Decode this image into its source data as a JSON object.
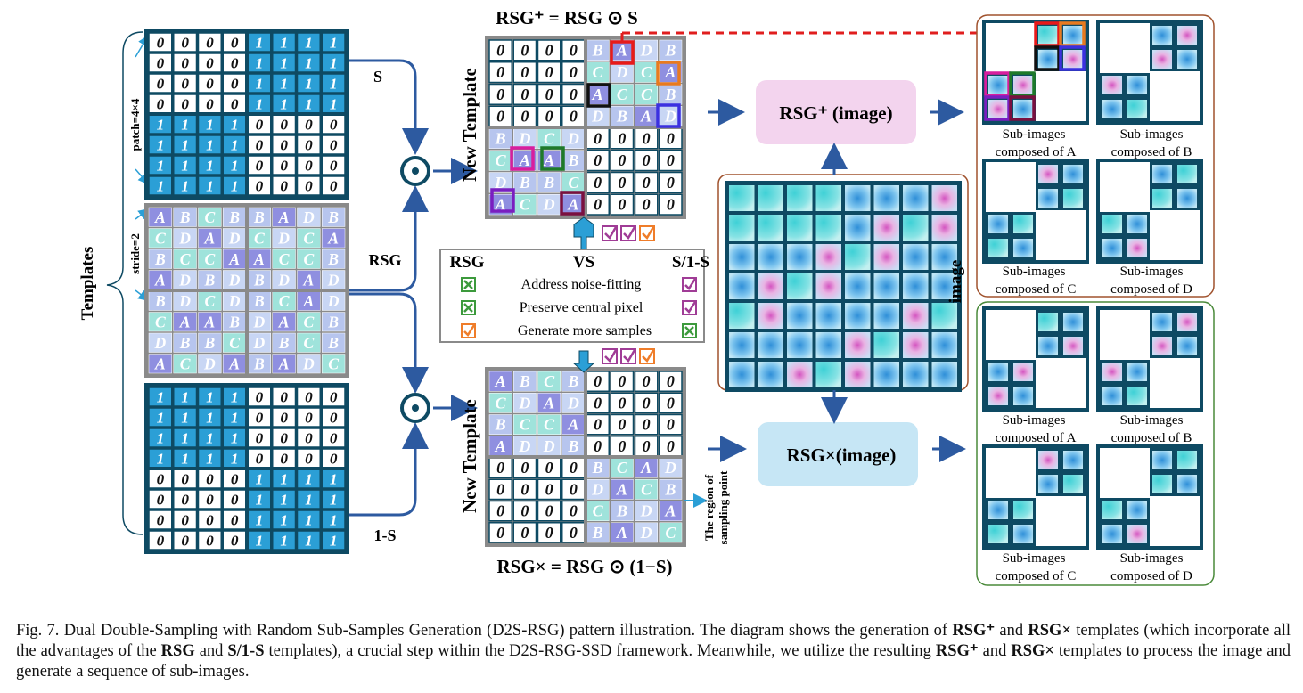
{
  "labels": {
    "templates": "Templates",
    "patch": "patch=4×4",
    "stride": "stride=2",
    "S": "S",
    "RSG": "RSG",
    "one_minus_S": "1-S",
    "new_template": "New Template",
    "region": [
      "The region of",
      "sampling point"
    ],
    "image": "image",
    "rsg_plus_box": "RSG⁺ (image)",
    "rsg_times_box": "RSG×(image)",
    "eq_top": "RSG⁺ = RSG ⊙ S",
    "eq_bottom": "RSG× = RSG ⊙ (1−S)",
    "odot": "⊙"
  },
  "comparison": {
    "headers": [
      "RSG",
      "VS",
      "S/1-S"
    ],
    "rows": [
      {
        "label": "Address noise-fitting",
        "rsg": "x",
        "s": "check"
      },
      {
        "label": "Preserve central pixel",
        "rsg": "x",
        "s": "check"
      },
      {
        "label": "Generate more samples",
        "rsg": "check",
        "s": "x"
      }
    ]
  },
  "subimages_top": [
    "Sub-images composed of A",
    "Sub-images composed of B",
    "Sub-images composed of C",
    "Sub-images composed of D"
  ],
  "subimages_bottom": [
    "Sub-images composed of A",
    "Sub-images composed of B",
    "Sub-images composed of C",
    "Sub-images composed of D"
  ],
  "grids": {
    "S_template": [
      [
        "0",
        "0",
        "0",
        "0",
        "1",
        "1",
        "1",
        "1"
      ],
      [
        "0",
        "0",
        "0",
        "0",
        "1",
        "1",
        "1",
        "1"
      ],
      [
        "0",
        "0",
        "0",
        "0",
        "1",
        "1",
        "1",
        "1"
      ],
      [
        "0",
        "0",
        "0",
        "0",
        "1",
        "1",
        "1",
        "1"
      ],
      [
        "1",
        "1",
        "1",
        "1",
        "0",
        "0",
        "0",
        "0"
      ],
      [
        "1",
        "1",
        "1",
        "1",
        "0",
        "0",
        "0",
        "0"
      ],
      [
        "1",
        "1",
        "1",
        "1",
        "0",
        "0",
        "0",
        "0"
      ],
      [
        "1",
        "1",
        "1",
        "1",
        "0",
        "0",
        "0",
        "0"
      ]
    ],
    "RSG_template": [
      [
        "A",
        "B",
        "C",
        "B",
        "B",
        "A",
        "D",
        "B"
      ],
      [
        "C",
        "D",
        "A",
        "D",
        "C",
        "D",
        "C",
        "A"
      ],
      [
        "B",
        "C",
        "C",
        "A",
        "A",
        "C",
        "C",
        "B"
      ],
      [
        "A",
        "D",
        "B",
        "D",
        "B",
        "D",
        "A",
        "D"
      ],
      [
        "B",
        "D",
        "C",
        "D",
        "B",
        "C",
        "A",
        "D"
      ],
      [
        "C",
        "A",
        "A",
        "B",
        "D",
        "A",
        "C",
        "B"
      ],
      [
        "D",
        "B",
        "B",
        "C",
        "D",
        "B",
        "C",
        "B"
      ],
      [
        "A",
        "C",
        "D",
        "A",
        "B",
        "A",
        "D",
        "C"
      ]
    ],
    "one_minus_S_template": [
      [
        "1",
        "1",
        "1",
        "1",
        "0",
        "0",
        "0",
        "0"
      ],
      [
        "1",
        "1",
        "1",
        "1",
        "0",
        "0",
        "0",
        "0"
      ],
      [
        "1",
        "1",
        "1",
        "1",
        "0",
        "0",
        "0",
        "0"
      ],
      [
        "1",
        "1",
        "1",
        "1",
        "0",
        "0",
        "0",
        "0"
      ],
      [
        "0",
        "0",
        "0",
        "0",
        "1",
        "1",
        "1",
        "1"
      ],
      [
        "0",
        "0",
        "0",
        "0",
        "1",
        "1",
        "1",
        "1"
      ],
      [
        "0",
        "0",
        "0",
        "0",
        "1",
        "1",
        "1",
        "1"
      ],
      [
        "0",
        "0",
        "0",
        "0",
        "1",
        "1",
        "1",
        "1"
      ]
    ],
    "new_template_top": [
      [
        "0",
        "0",
        "0",
        "0",
        "B",
        "A",
        "D",
        "B"
      ],
      [
        "0",
        "0",
        "0",
        "0",
        "C",
        "D",
        "C",
        "A"
      ],
      [
        "0",
        "0",
        "0",
        "0",
        "A",
        "C",
        "C",
        "B"
      ],
      [
        "0",
        "0",
        "0",
        "0",
        "D",
        "B",
        "A",
        "D"
      ],
      [
        "B",
        "D",
        "C",
        "D",
        "0",
        "0",
        "0",
        "0"
      ],
      [
        "C",
        "A",
        "A",
        "B",
        "0",
        "0",
        "0",
        "0"
      ],
      [
        "D",
        "B",
        "B",
        "C",
        "0",
        "0",
        "0",
        "0"
      ],
      [
        "A",
        "C",
        "D",
        "A",
        "0",
        "0",
        "0",
        "0"
      ]
    ],
    "new_template_bottom": [
      [
        "A",
        "B",
        "C",
        "B",
        "0",
        "0",
        "0",
        "0"
      ],
      [
        "C",
        "D",
        "A",
        "D",
        "0",
        "0",
        "0",
        "0"
      ],
      [
        "B",
        "C",
        "C",
        "A",
        "0",
        "0",
        "0",
        "0"
      ],
      [
        "A",
        "D",
        "D",
        "B",
        "0",
        "0",
        "0",
        "0"
      ],
      [
        "0",
        "0",
        "0",
        "0",
        "B",
        "C",
        "A",
        "D"
      ],
      [
        "0",
        "0",
        "0",
        "0",
        "D",
        "A",
        "C",
        "B"
      ],
      [
        "0",
        "0",
        "0",
        "0",
        "C",
        "B",
        "D",
        "A"
      ],
      [
        "0",
        "0",
        "0",
        "0",
        "B",
        "A",
        "D",
        "C"
      ]
    ]
  },
  "caption": {
    "prefix": "Fig. 7.  Dual Double-Sampling with Random Sub-Samples Generation (D2S-RSG) pattern illustration. The diagram shows the generation of",
    "rsg_plus": "RSG⁺",
    "and": "and",
    "rsg_times": "RSG×",
    "mid1": "templates (which incorporate all the advantages of the",
    "rsg": "RSG",
    "and2": "and",
    "s1s": "S/1-S",
    "mid2": "templates), a crucial step within the D2S-RSG-SSD framework. Meanwhile, we utilize the resulting",
    "rsg_plus2": "RSG⁺",
    "and3": "and",
    "rsg_times2": "RSG×",
    "suffix": "templates to process the image and generate a sequence of sub-images."
  },
  "colors": {
    "dark": "#0e4a63",
    "blue": "#2b9fd6",
    "grey": "#8a8a8a",
    "A": "#8f8fe0",
    "B": "#b7c5ee",
    "C": "#9fe3db",
    "D": "#c8d6f4",
    "arrow": "#2d5aa0",
    "pinkbox": "#f3d4ee",
    "bluebox": "#c6e6f5",
    "check_purple": "#a03c96",
    "check_green": "#3c9a3c",
    "check_orange": "#ef7d2a"
  }
}
